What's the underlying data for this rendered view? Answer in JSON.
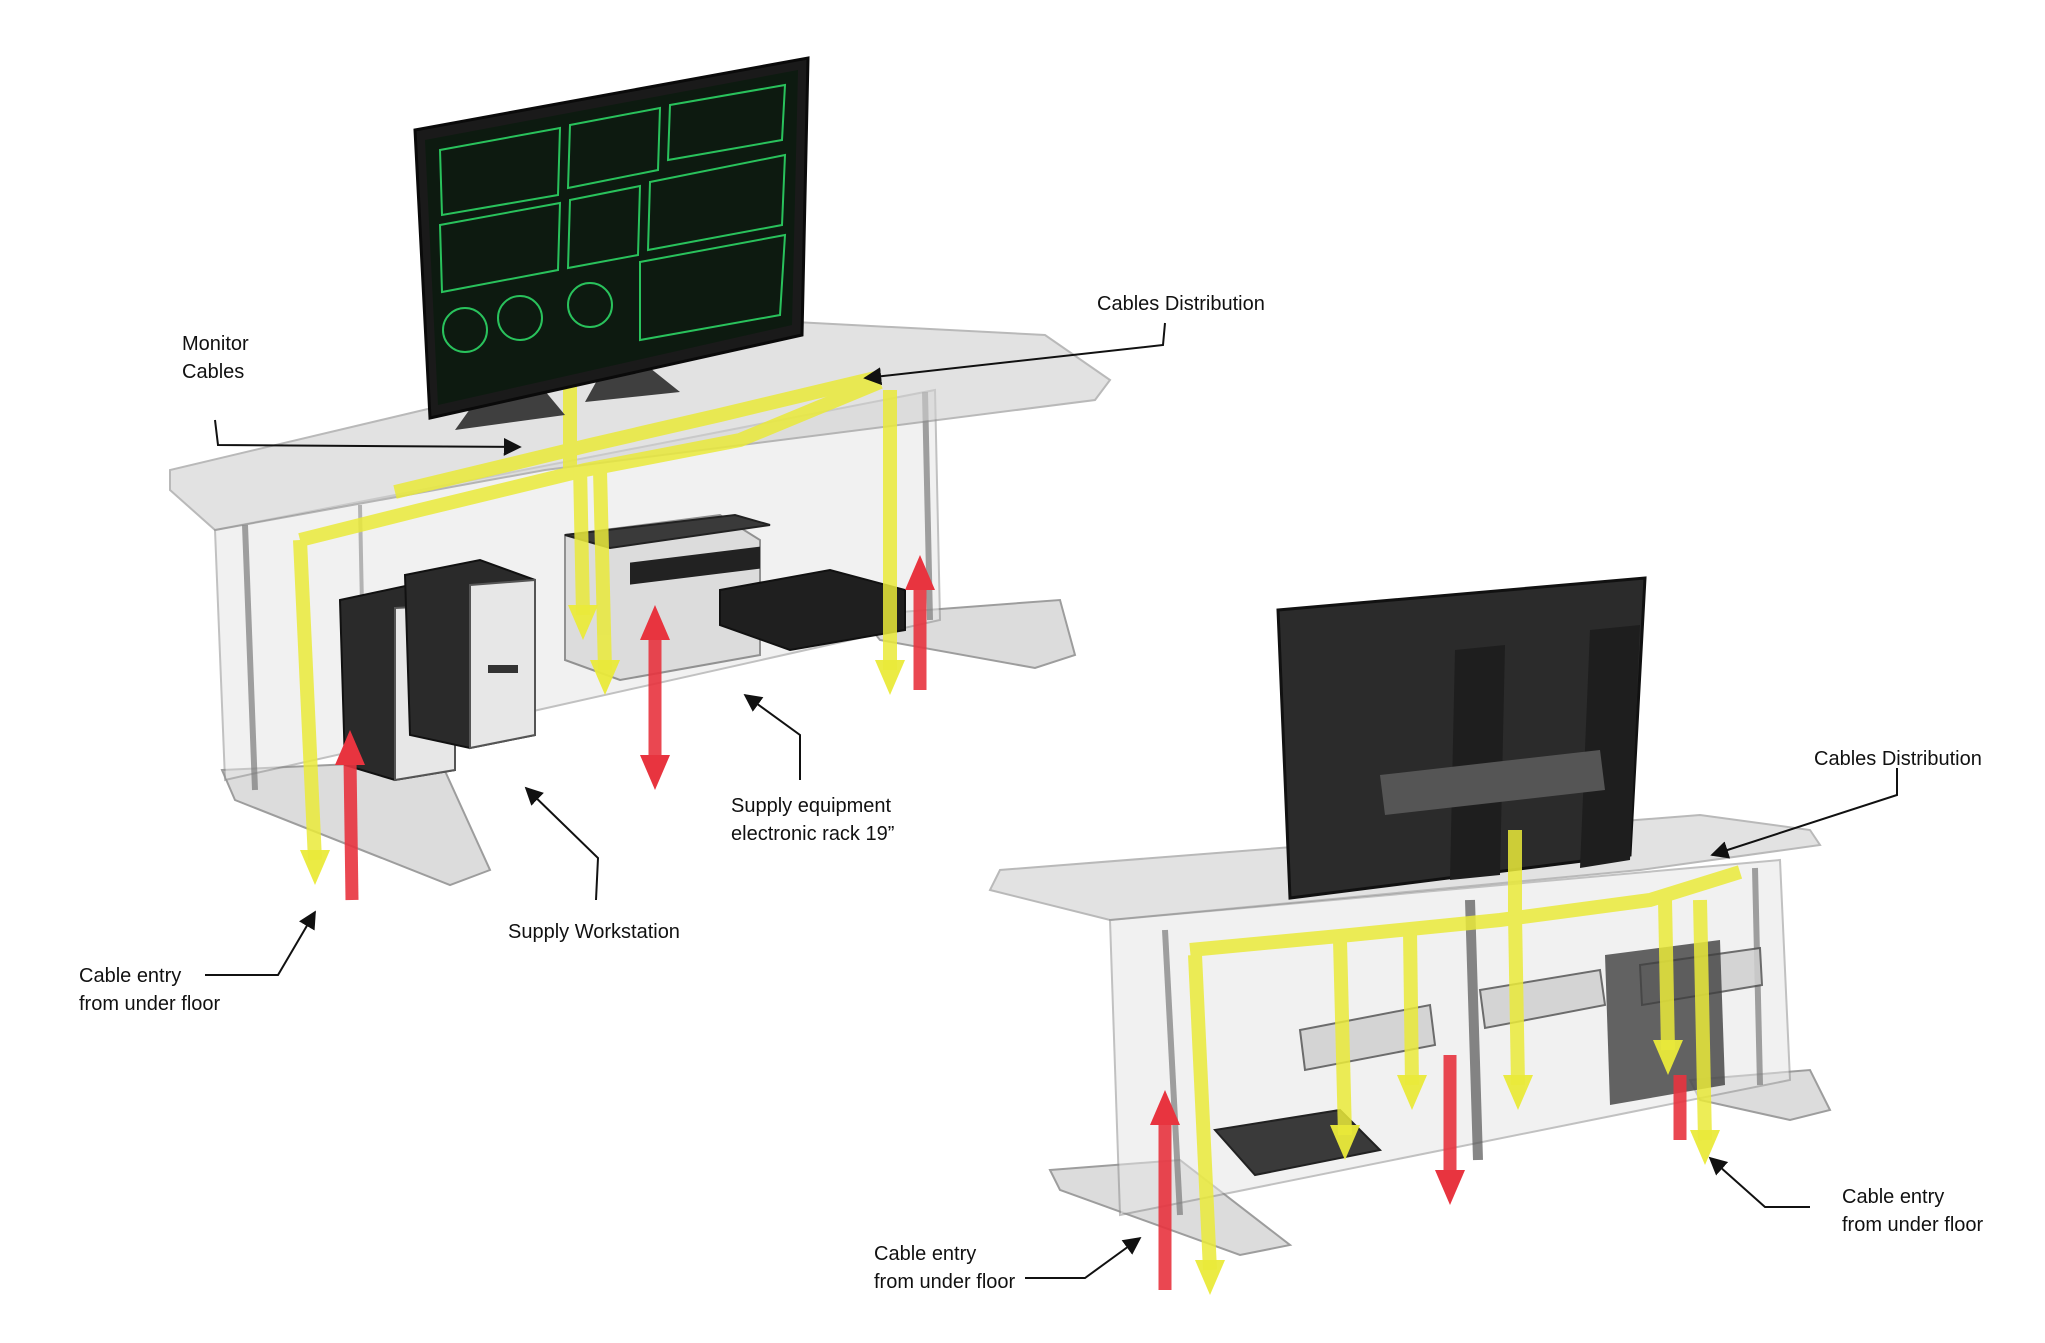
{
  "colors": {
    "background": "#ffffff",
    "text": "#111111",
    "cable_up": "#e8343f",
    "cable_down": "#eaea3a",
    "desk_glass": "#cfcfcf",
    "monitor_screen": "#0d1a10",
    "monitor_ui": "#2fe06a"
  },
  "icons": [
    "monitor-icon",
    "workstation-tower-icon",
    "rack-19-icon",
    "leader-arrow-icon"
  ],
  "left_desk": {
    "labels": {
      "monitor_cables": [
        "Monitor",
        "Cables"
      ],
      "cables_distribution": "Cables Distribution",
      "supply_equipment": [
        "Supply equipment",
        "electronic rack 19”"
      ],
      "supply_workstation": "Supply Workstation",
      "cable_entry": [
        "Cable entry",
        "from under floor"
      ]
    }
  },
  "right_desk": {
    "labels": {
      "cables_distribution": "Cables Distribution",
      "cable_entry_right": [
        "Cable entry",
        "from under floor"
      ],
      "cable_entry_left": [
        "Cable entry",
        "from under floor"
      ]
    }
  }
}
